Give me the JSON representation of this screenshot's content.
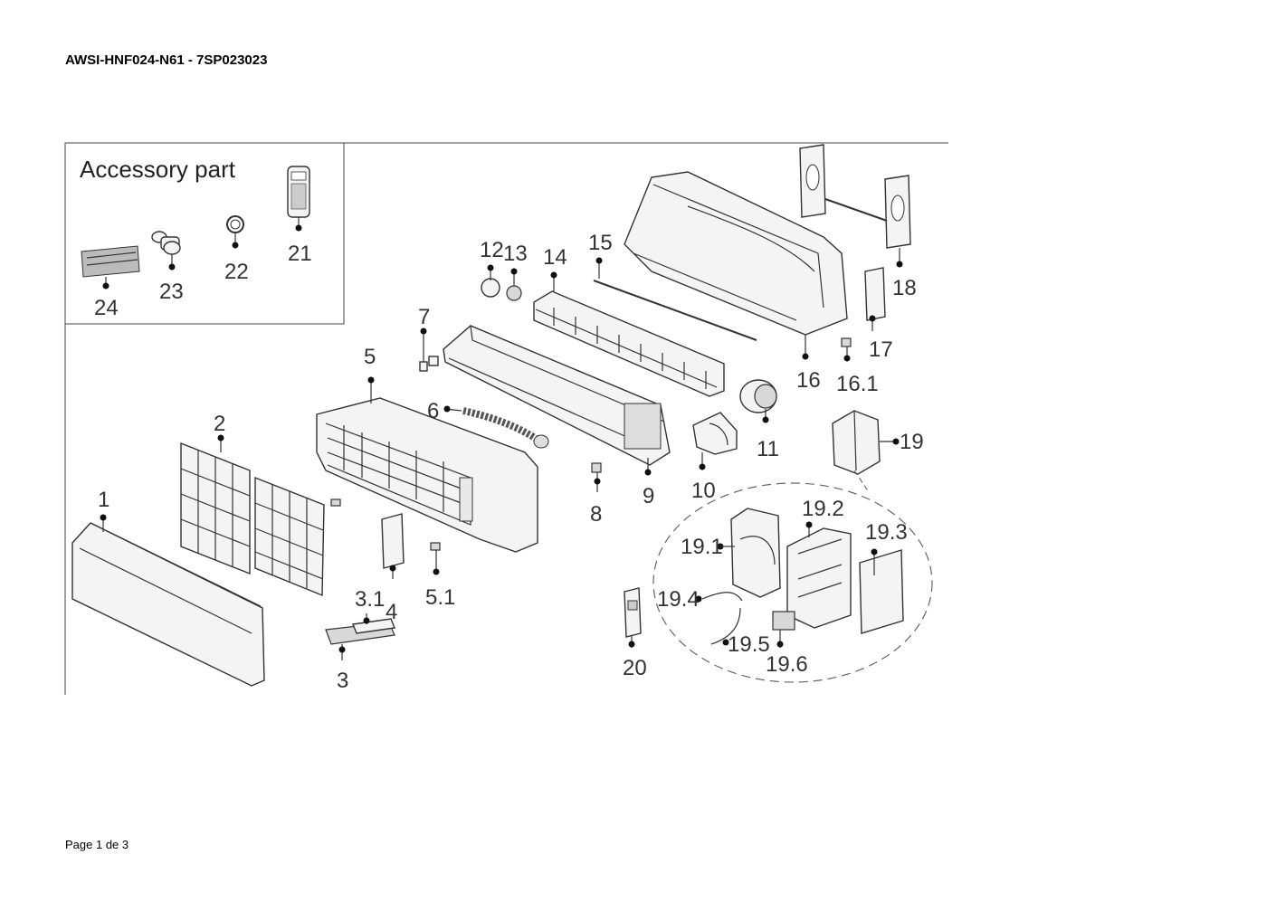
{
  "document": {
    "title": "AWSI-HNF024-N61 - 7SP023023",
    "footer": "Page 1 de 3"
  },
  "accessory_box": {
    "title": "Accessory part"
  },
  "parts": {
    "p1": "1",
    "p2": "2",
    "p3": "3",
    "p3_1": "3.1",
    "p4": "4",
    "p5": "5",
    "p5_1": "5.1",
    "p6": "6",
    "p7": "7",
    "p8": "8",
    "p9": "9",
    "p10": "10",
    "p11": "11",
    "p12": "12",
    "p13": "13",
    "p14": "14",
    "p15": "15",
    "p16": "16",
    "p16_1": "16.1",
    "p17": "17",
    "p18": "18",
    "p19": "19",
    "p19_1": "19.1",
    "p19_2": "19.2",
    "p19_3": "19.3",
    "p19_4": "19.4",
    "p19_5": "19.5",
    "p19_6": "19.6",
    "p20": "20",
    "p21": "21",
    "p22": "22",
    "p23": "23",
    "p24": "24"
  }
}
